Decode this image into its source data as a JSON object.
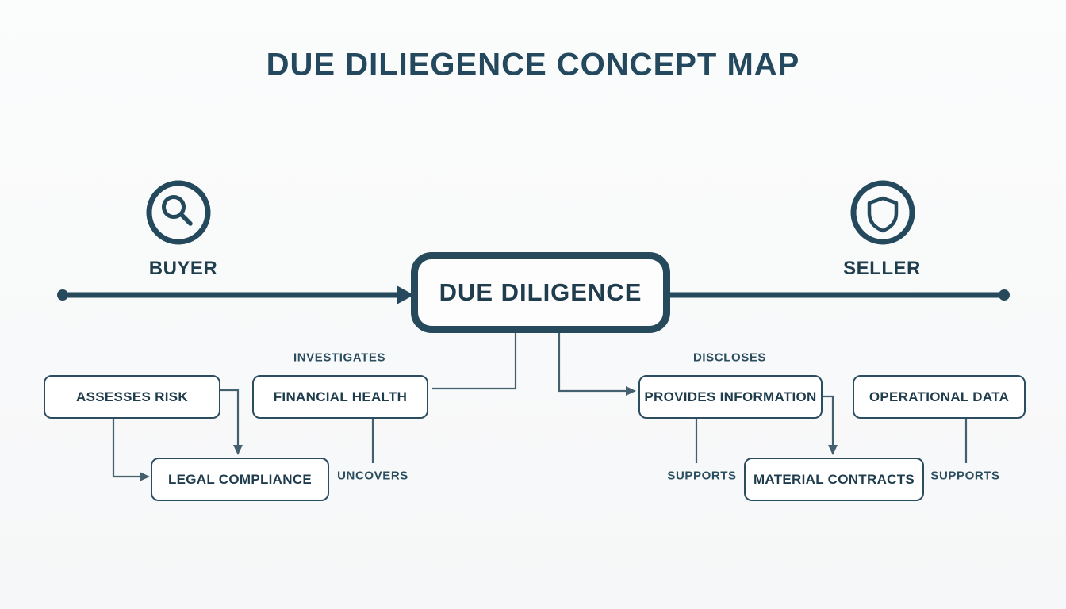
{
  "title": "DUE DILIEGENCE CONCEPT MAP",
  "colors": {
    "primary": "#26495c",
    "text": "#203d4e",
    "connector": "#44606f",
    "background": "#f7f8f9"
  },
  "actors": {
    "buyer": {
      "label": "BUYER",
      "icon": "magnifier-icon"
    },
    "seller": {
      "label": "SELLER",
      "icon": "shield-icon"
    }
  },
  "central": {
    "label": "DUE DILIGENCE"
  },
  "nodes": [
    {
      "id": "assesses-risk",
      "label": "ASSESSES RISK"
    },
    {
      "id": "financial-health",
      "label": "FINANCIAL HEALTH"
    },
    {
      "id": "provides-information",
      "label": "PROVIDES INFORMATION"
    },
    {
      "id": "operational-data",
      "label": "OPERATIONAL DATA"
    },
    {
      "id": "legal-compliance",
      "label": "LEGAL COMPLIANCE"
    },
    {
      "id": "material-contracts",
      "label": "MATERIAL CONTRACTS"
    }
  ],
  "edge_labels": [
    {
      "id": "investigates",
      "label": "INVESTIGATES"
    },
    {
      "id": "discloses",
      "label": "DISCLOSES"
    },
    {
      "id": "uncovers",
      "label": "UNCOVERS"
    },
    {
      "id": "supports-left",
      "label": "SUPPORTS"
    },
    {
      "id": "supports-right",
      "label": "SUPPORTS"
    }
  ]
}
